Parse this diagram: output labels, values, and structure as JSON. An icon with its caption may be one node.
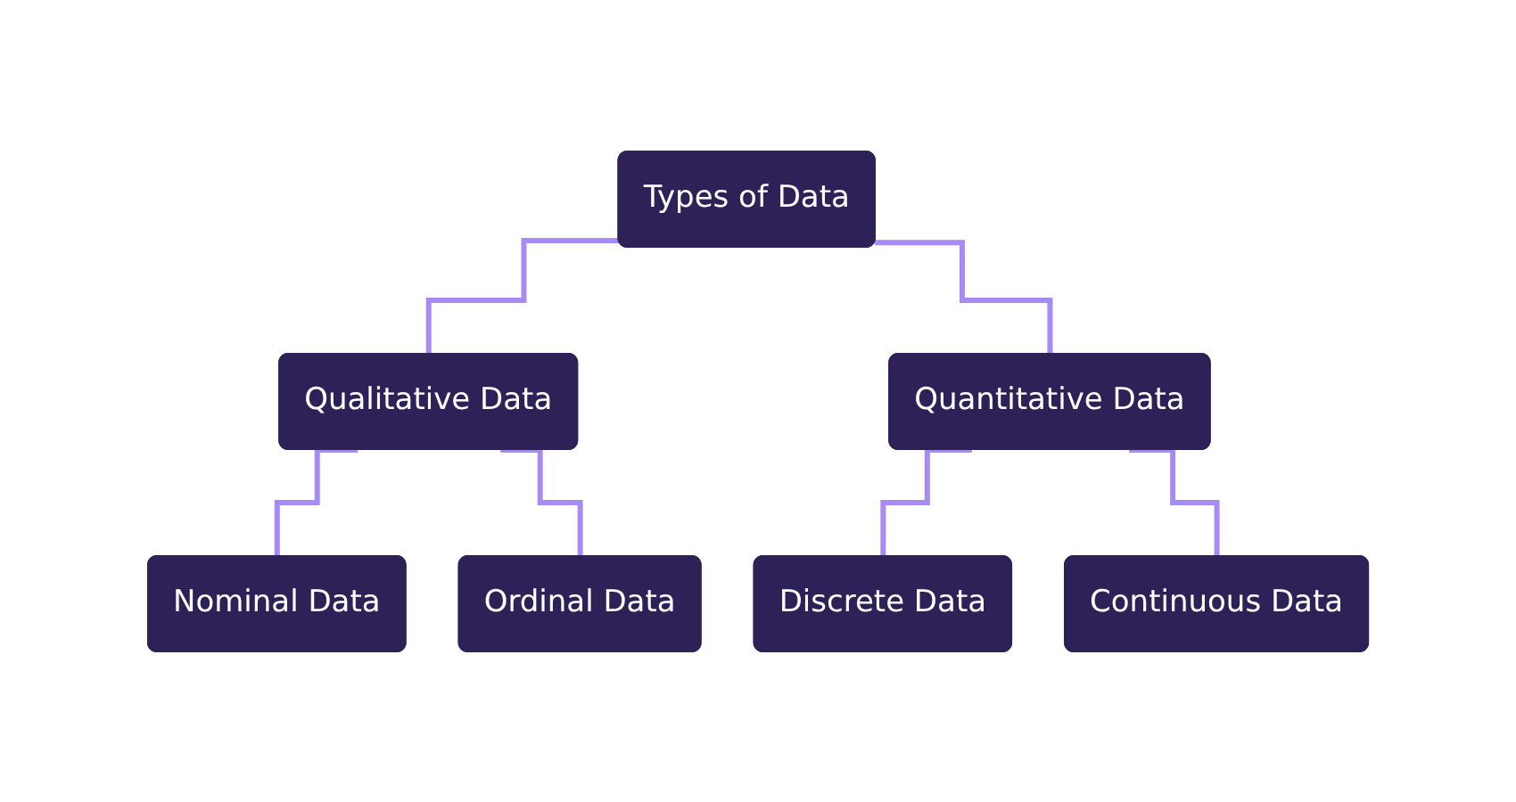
{
  "diagram": {
    "nodes": [
      {
        "text": [
          "Types of Data"
        ]
      },
      {
        "text": [
          "Qualitative Data"
        ]
      },
      {
        "text": [
          "Quantitative Data"
        ]
      },
      {
        "text": [
          "Nominal Data"
        ]
      },
      {
        "text": [
          "Ordinal Data"
        ]
      },
      {
        "text": [
          "Discrete Data"
        ]
      },
      {
        "text": [
          "Continuous Data"
        ]
      }
    ],
    "edges": [
      {
        "from": 0,
        "to": 1,
        "arrow": "none"
      },
      {
        "from": 0,
        "to": 2,
        "arrow": "none"
      },
      {
        "from": 1,
        "to": 3,
        "arrow": "none"
      },
      {
        "from": 1,
        "to": 4,
        "arrow": "none"
      },
      {
        "from": 2,
        "to": 5,
        "arrow": "none"
      },
      {
        "from": 2,
        "to": 6,
        "arrow": "none"
      }
    ]
  }
}
